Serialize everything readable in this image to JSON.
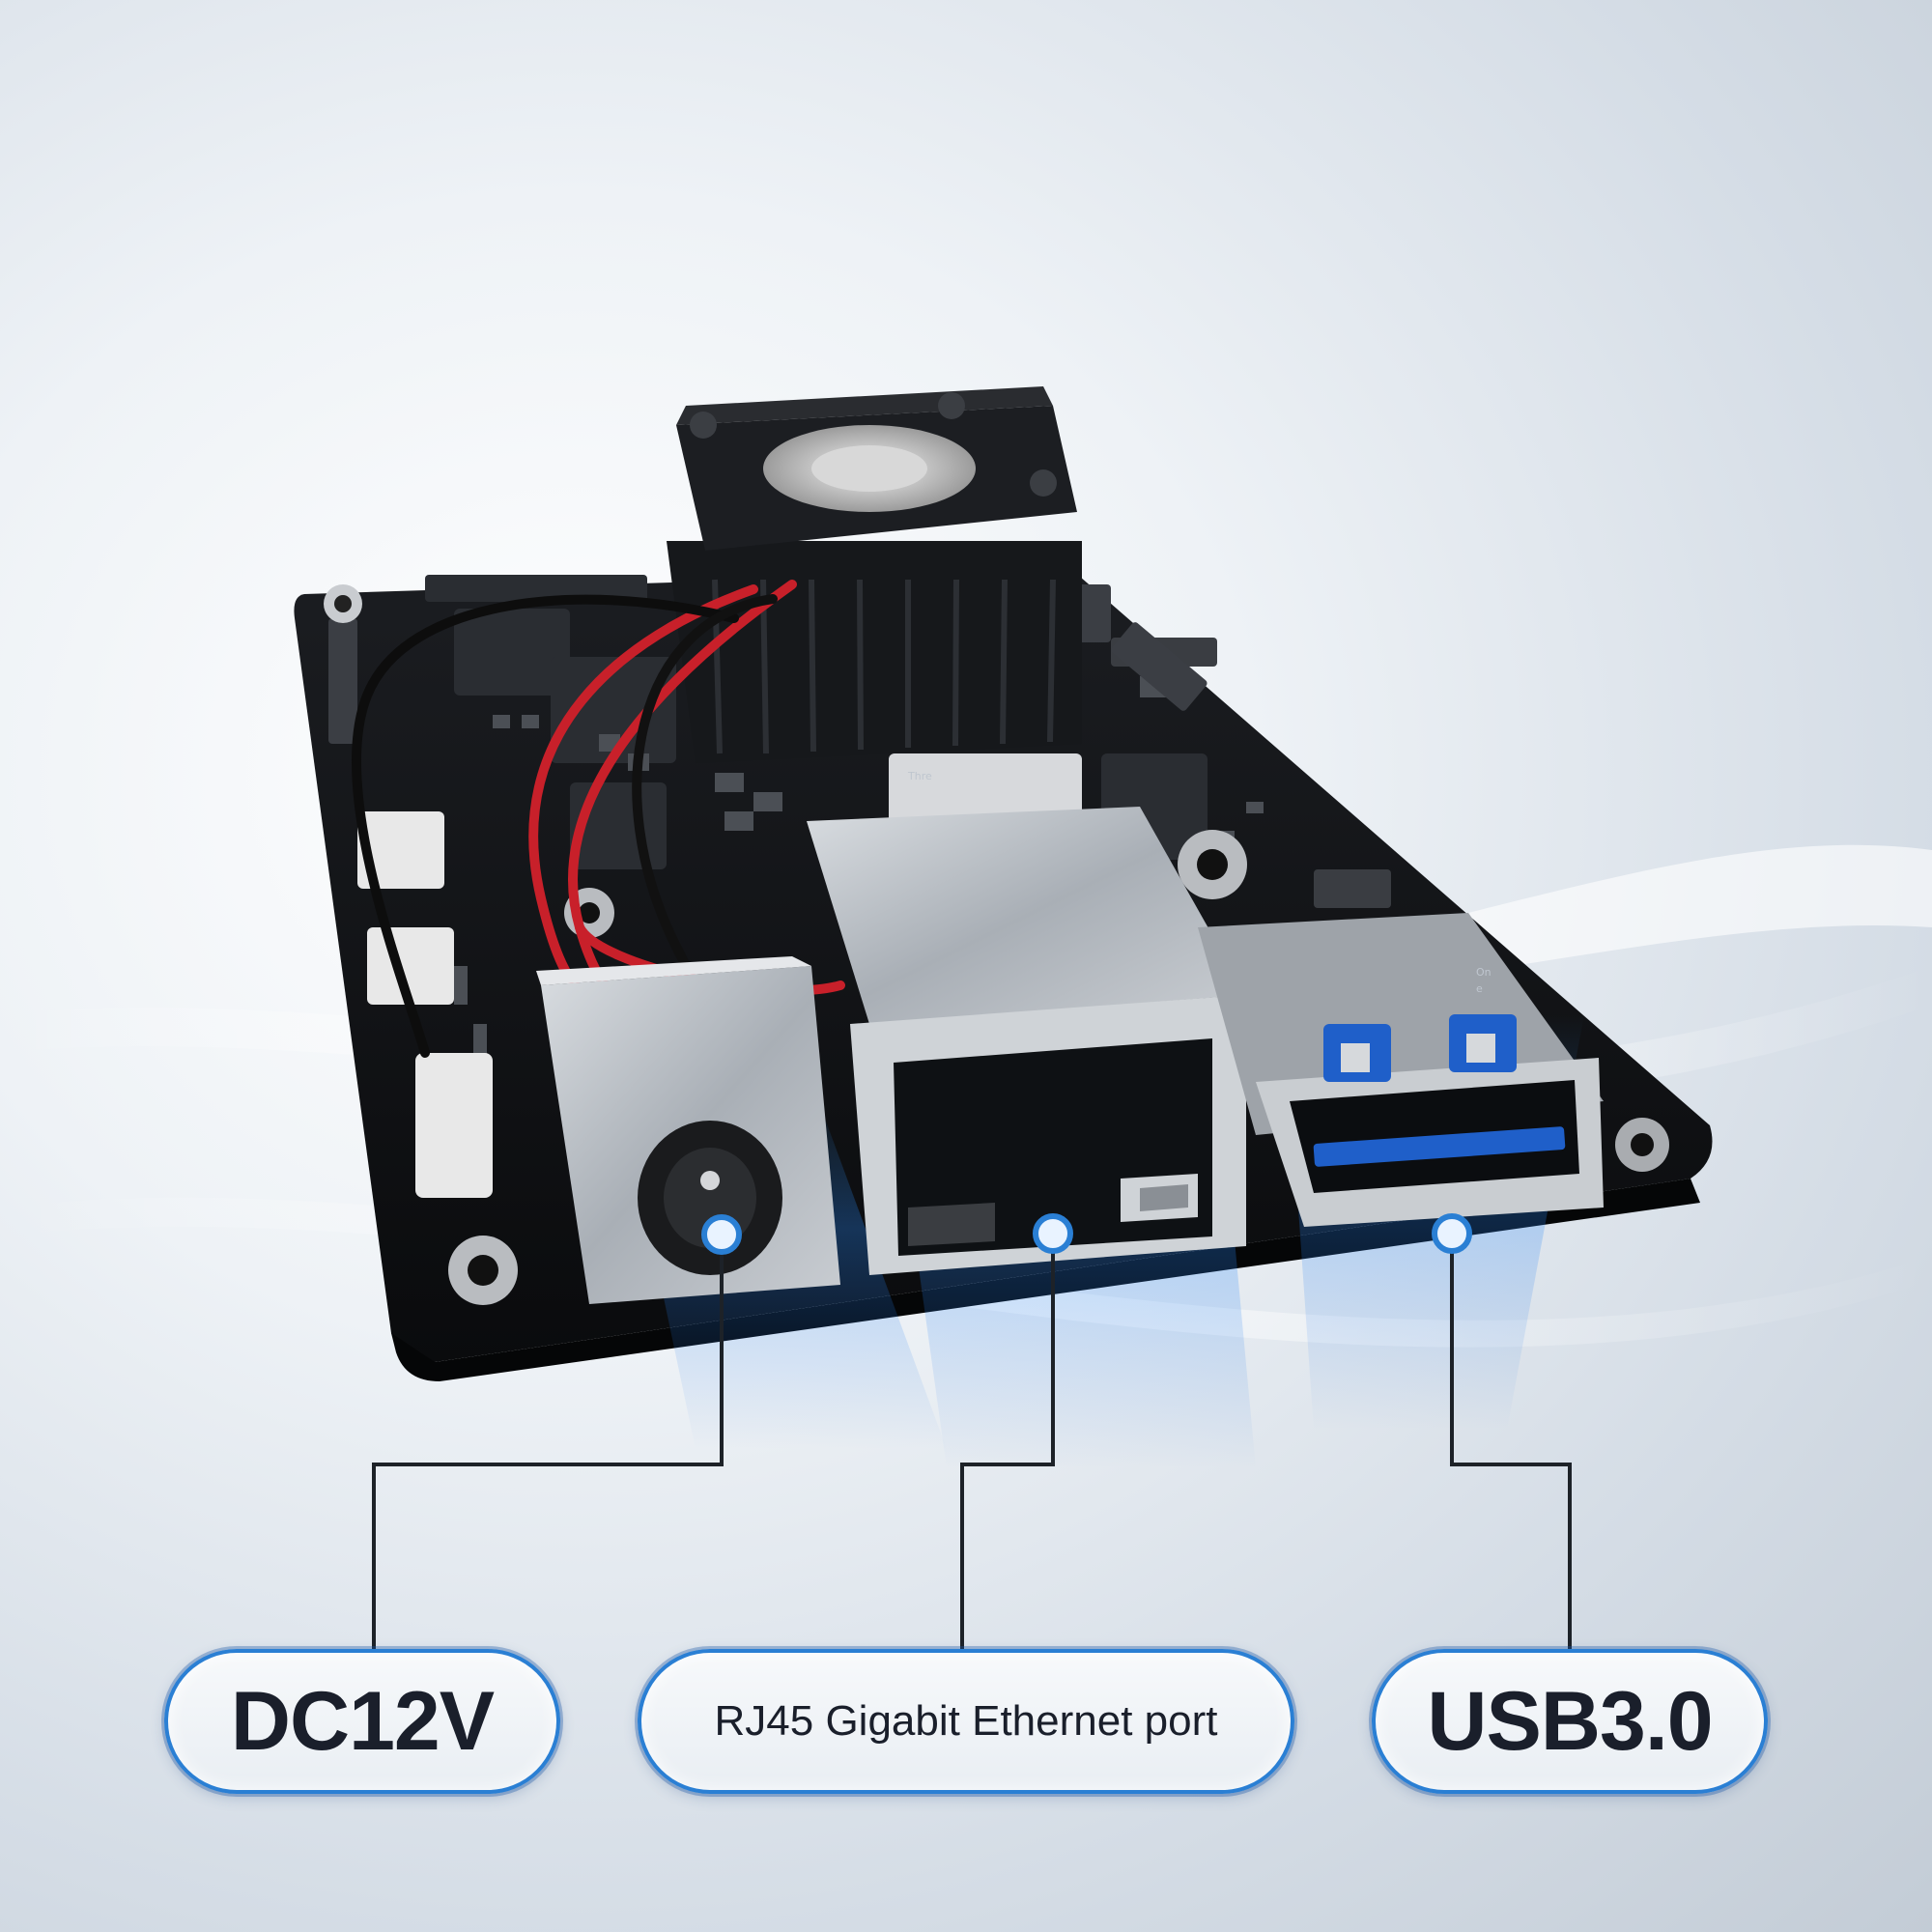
{
  "labels": {
    "dc": "DC12V",
    "rj45": "RJ45 Gigabit Ethernet port",
    "usb": "USB3.0"
  },
  "board_marks": {
    "top": "Thre",
    "side_1": "On",
    "side_2": "e"
  },
  "colors": {
    "accent_blue": "#2a7fd4",
    "usb_blue": "#1f5fc9",
    "board_black": "#111316",
    "wire_red": "#c8202a",
    "metal": "#b9bec4"
  },
  "icons": [
    "cooling-fan-icon",
    "dc-jack-icon",
    "rj45-port-icon",
    "usb-port-icon"
  ]
}
